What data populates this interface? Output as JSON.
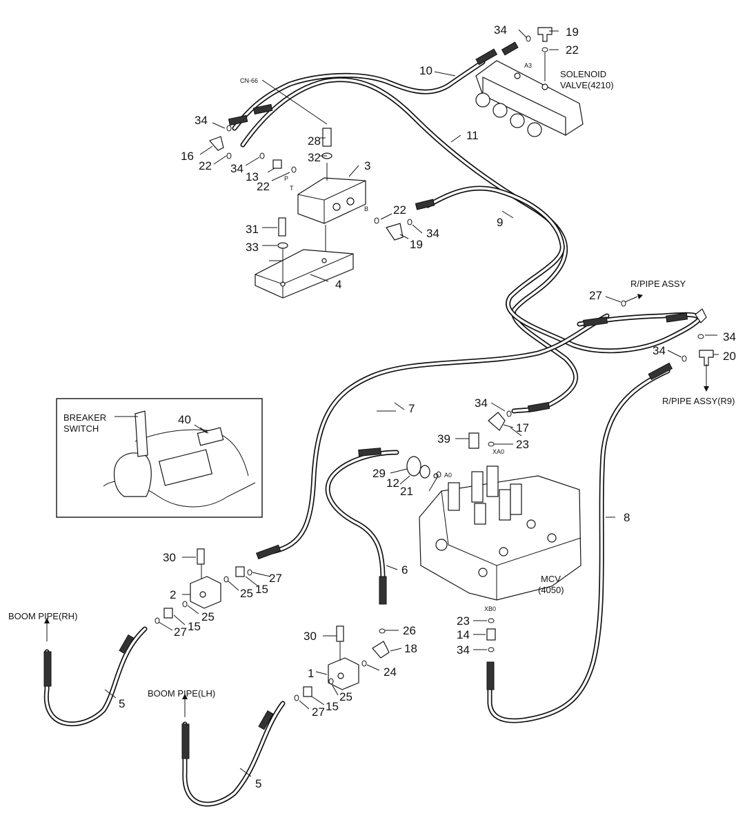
{
  "labels": {
    "p1": "1",
    "p2": "2",
    "p3": "3",
    "p4": "4",
    "p5a": "5",
    "p5b": "5",
    "p6": "6",
    "p7": "7",
    "p8": "8",
    "p9": "9",
    "p10": "10",
    "p11": "11",
    "p12": "12",
    "p13": "13",
    "p14": "14",
    "p15a": "15",
    "p15b": "15",
    "p15c": "15",
    "p16": "16",
    "p17": "17",
    "p18": "18",
    "p19a": "19",
    "p19b": "19",
    "p20": "20",
    "p21": "21",
    "p22a": "22",
    "p22b": "22",
    "p22c": "22",
    "p22d": "22",
    "p23a": "23",
    "p23b": "23",
    "p24": "24",
    "p25a": "25",
    "p25b": "25",
    "p25c": "25",
    "p26": "26",
    "p27a": "27",
    "p27b": "27",
    "p27c": "27",
    "p27d": "27",
    "p28": "28",
    "p29": "29",
    "p30a": "30",
    "p30b": "30",
    "p31": "31",
    "p32": "32",
    "p33": "33",
    "p34a": "34",
    "p34b": "34",
    "p34c": "34",
    "p34d": "34",
    "p34e": "34",
    "p34f": "34",
    "p39": "39",
    "p40": "40"
  },
  "text": {
    "solenoid_1": "SOLENOID",
    "solenoid_2": "VALVE(4210)",
    "mcv_1": "MCV",
    "mcv_2": "(4050)",
    "rpipe": "R/PIPE ASSY",
    "rpipe_r9": "R/PIPE ASSY(R9)",
    "boom_rh": "BOOM PIPE(RH)",
    "boom_lh": "BOOM PIPE(LH)",
    "breaker_1": "BREAKER",
    "breaker_2": "SWITCH",
    "cn66": "CN-66",
    "port_p": "P",
    "port_t": "T",
    "port_b": "B",
    "port_a3": "A3",
    "port_xa0": "XA0",
    "port_a0": "A0",
    "port_xb0": "XB0"
  }
}
